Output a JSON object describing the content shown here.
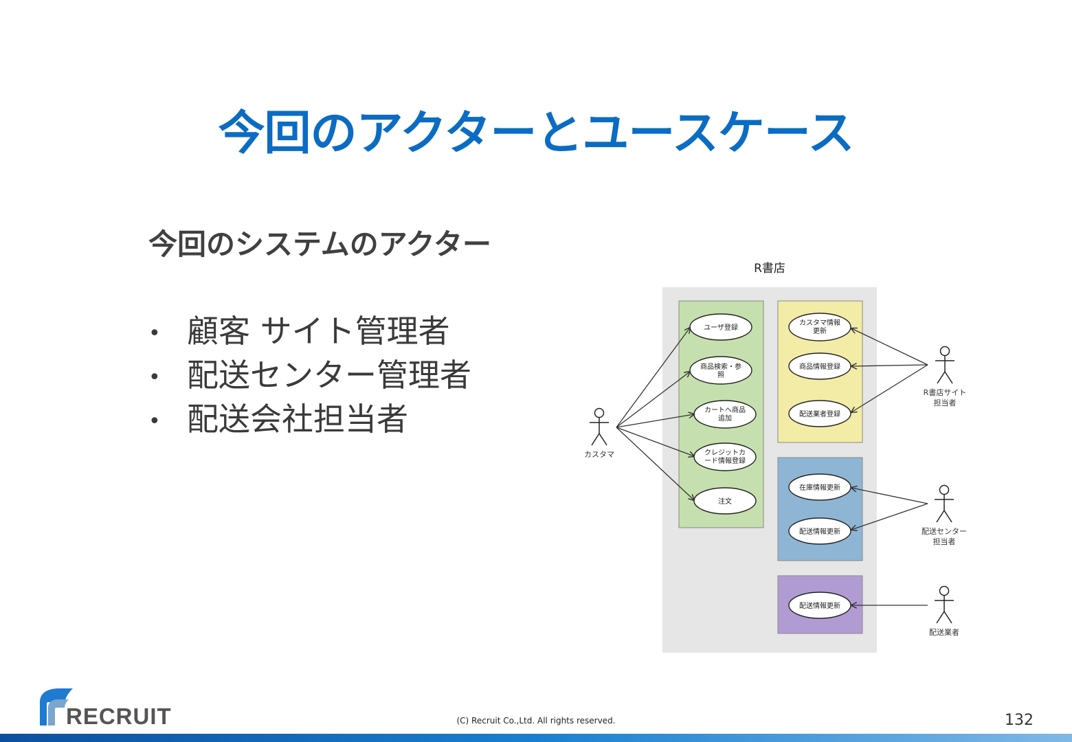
{
  "slide": {
    "title": "今回のアクターとユースケース",
    "subtitle": "今回のシステムのアクター",
    "bullets": [
      "顧客 サイト管理者",
      "配送センター管理者",
      "配送会社担当者"
    ],
    "bullet_symbol": "•",
    "page_number": "132",
    "copyright": "(C) Recruit Co.,Ltd. All rights reserved.",
    "logo_text": "RECRUIT"
  },
  "diagram": {
    "system_name": "R書店",
    "colors": {
      "system_bg": "#e6e6e6",
      "green": "#c5e0ae",
      "yellow": "#f2eca7",
      "blue": "#8fb5d4",
      "purple": "#b09cd3",
      "title_blue": "#0b6cc3"
    },
    "actors": {
      "customer": "カスタマ",
      "site_manager": [
        "R書店サイト",
        "担当者"
      ],
      "center_manager": [
        "配送センター",
        "担当者"
      ],
      "carrier": "配送業者"
    },
    "use_cases": {
      "user_register": [
        "ユーザ登録"
      ],
      "product_search": [
        "商品検索・参",
        "照"
      ],
      "cart_add": [
        "カートへ商品",
        "追加"
      ],
      "credit_register": [
        "クレジットカ",
        "ード情報登録"
      ],
      "order": [
        "注文"
      ],
      "customer_update": [
        "カスタマ情報",
        "更新"
      ],
      "product_register": [
        "商品情報登録"
      ],
      "carrier_register": [
        "配送業者登録"
      ],
      "stock_update": [
        "在庫情報更新"
      ],
      "delivery_update_center": [
        "配送情報更新"
      ],
      "delivery_update_carrier": [
        "配送情報更新"
      ]
    }
  }
}
